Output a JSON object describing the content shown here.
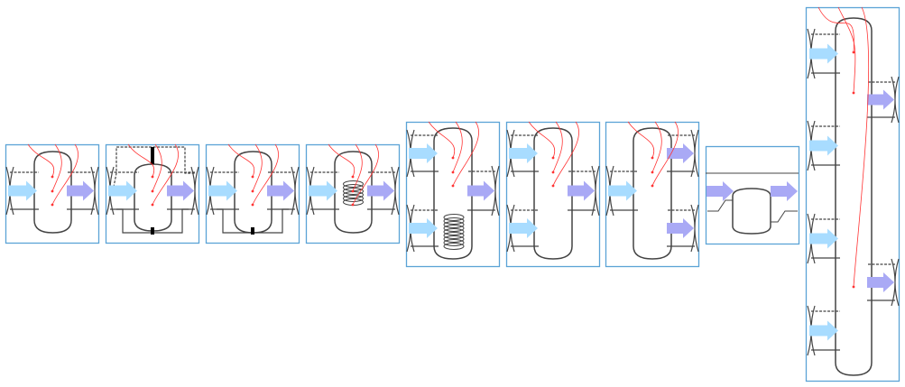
{
  "colors": {
    "frame": "#5ba3d6",
    "tank": "#444444",
    "inlet_arrow": "#a8dcff",
    "outlet_arrow": "#a9a9f5",
    "sensor": "#ff3333"
  },
  "icons": [
    {
      "name": "tank-basic"
    },
    {
      "name": "tank-with-bypass"
    },
    {
      "name": "tank-with-bottom-connection"
    },
    {
      "name": "tank-with-coil"
    },
    {
      "name": "tall-tank-with-coil"
    },
    {
      "name": "tall-tank-two-inlets"
    },
    {
      "name": "tall-tank-two-outlets"
    },
    {
      "name": "mixing-volume"
    },
    {
      "name": "multi-port-tank"
    }
  ]
}
